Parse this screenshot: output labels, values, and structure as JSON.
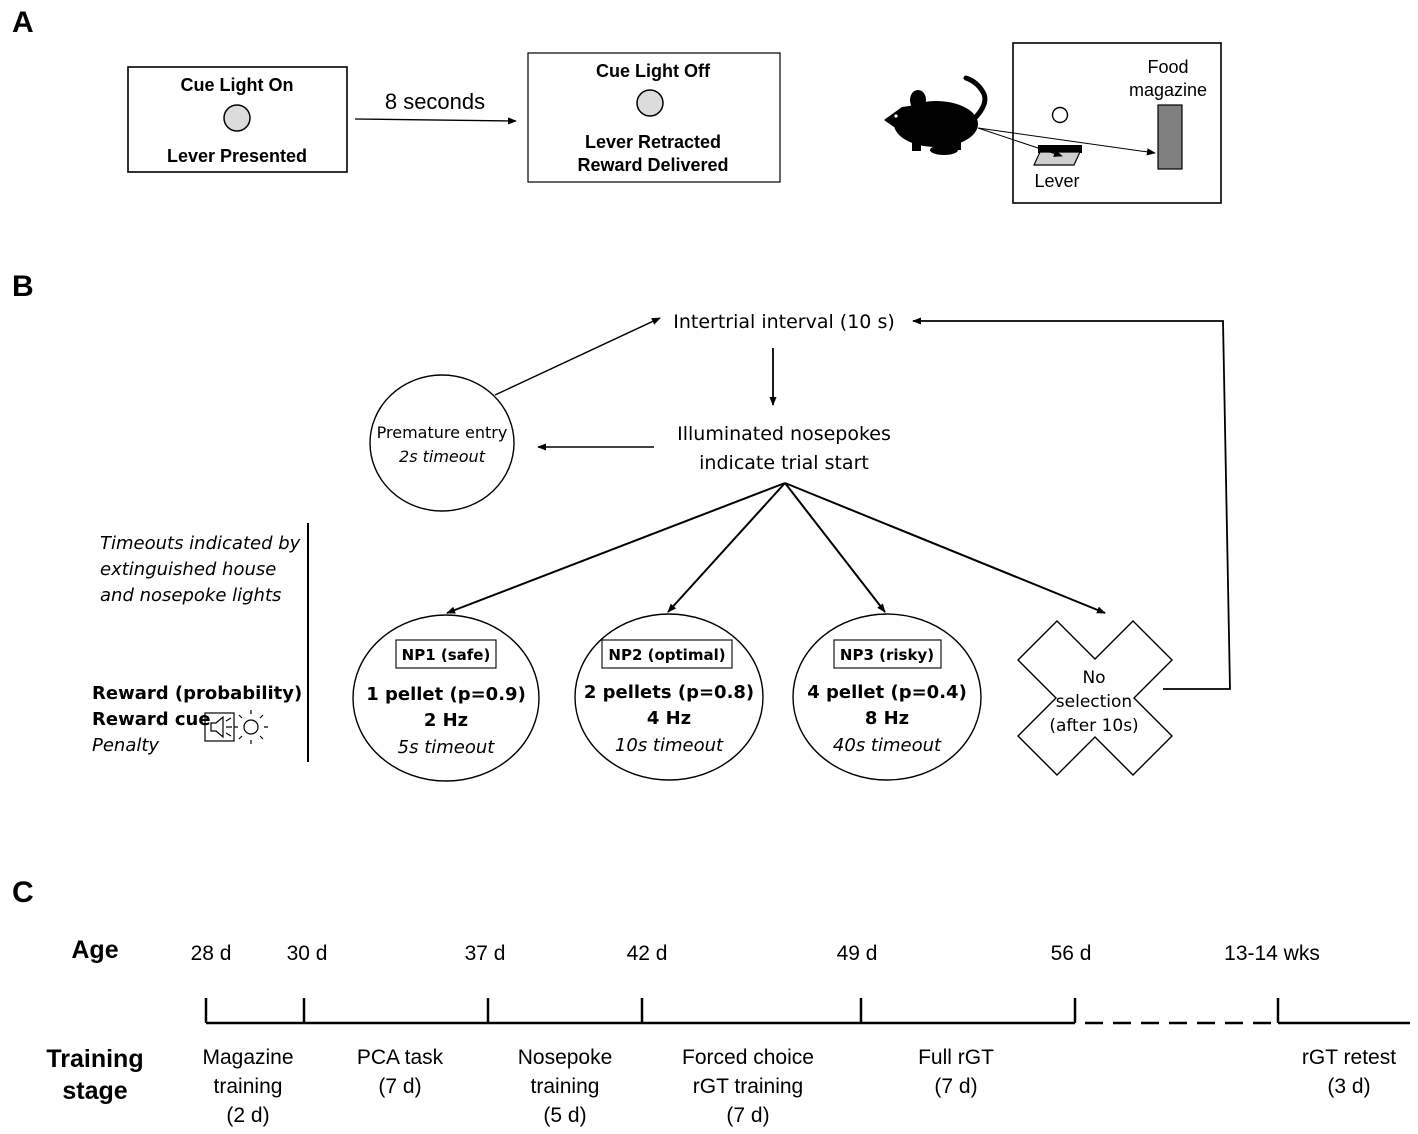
{
  "panel_a": {
    "label": "A",
    "box1": {
      "line1": "Cue Light On",
      "line2": "Lever Presented"
    },
    "arrow_label": "8 seconds",
    "box2": {
      "line1": "Cue Light Off",
      "line2": "Lever Retracted",
      "line3": "Reward Delivered"
    },
    "chamber": {
      "magazine_line1": "Food",
      "magazine_line2": "magazine",
      "lever_label": "Lever"
    }
  },
  "panel_b": {
    "label": "B",
    "iti": "Intertrial interval (10 s)",
    "illum_line1": "Illuminated nosepokes",
    "illum_line2": "indicate trial start",
    "premature_line1": "Premature entry",
    "premature_line2": "2s timeout",
    "legend": {
      "timeouts_line1": "Timeouts indicated by",
      "timeouts_line2": "extinguished house",
      "timeouts_line3": "and nosepoke lights",
      "reward": "Reward (probability)",
      "reward_cue": "Reward cue",
      "penalty": "Penalty"
    },
    "options": [
      {
        "label": "NP1 (safe)",
        "reward": "1 pellet (p=0.9)",
        "cue": "2 Hz",
        "penalty": "5s timeout"
      },
      {
        "label": "NP2 (optimal)",
        "reward": "2 pellets (p=0.8)",
        "cue": "4 Hz",
        "penalty": "10s timeout"
      },
      {
        "label": "NP3 (risky)",
        "reward": "4 pellet (p=0.4)",
        "cue": "8 Hz",
        "penalty": "40s timeout"
      }
    ],
    "no_selection_line1": "No",
    "no_selection_line2": "selection",
    "no_selection_line3": "(after 10s)"
  },
  "panel_c": {
    "label": "C",
    "age_label": "Age",
    "training_label_line1": "Training",
    "training_label_line2": "stage",
    "ages": [
      "28 d",
      "30 d",
      "37 d",
      "42 d",
      "49 d",
      "56 d",
      "13-14 wks"
    ],
    "stages": [
      {
        "line1": "Magazine",
        "line2": "training",
        "line3": "(2 d)"
      },
      {
        "line1": "PCA task",
        "line2": "(7 d)"
      },
      {
        "line1": "Nosepoke",
        "line2": "training",
        "line3": "(5 d)"
      },
      {
        "line1": "Forced choice",
        "line2": "rGT training",
        "line3": "(7 d)"
      },
      {
        "line1": "Full rGT",
        "line2": "(7 d)"
      },
      {
        "line1": "rGT retest",
        "line2": "(3 d)"
      }
    ]
  }
}
